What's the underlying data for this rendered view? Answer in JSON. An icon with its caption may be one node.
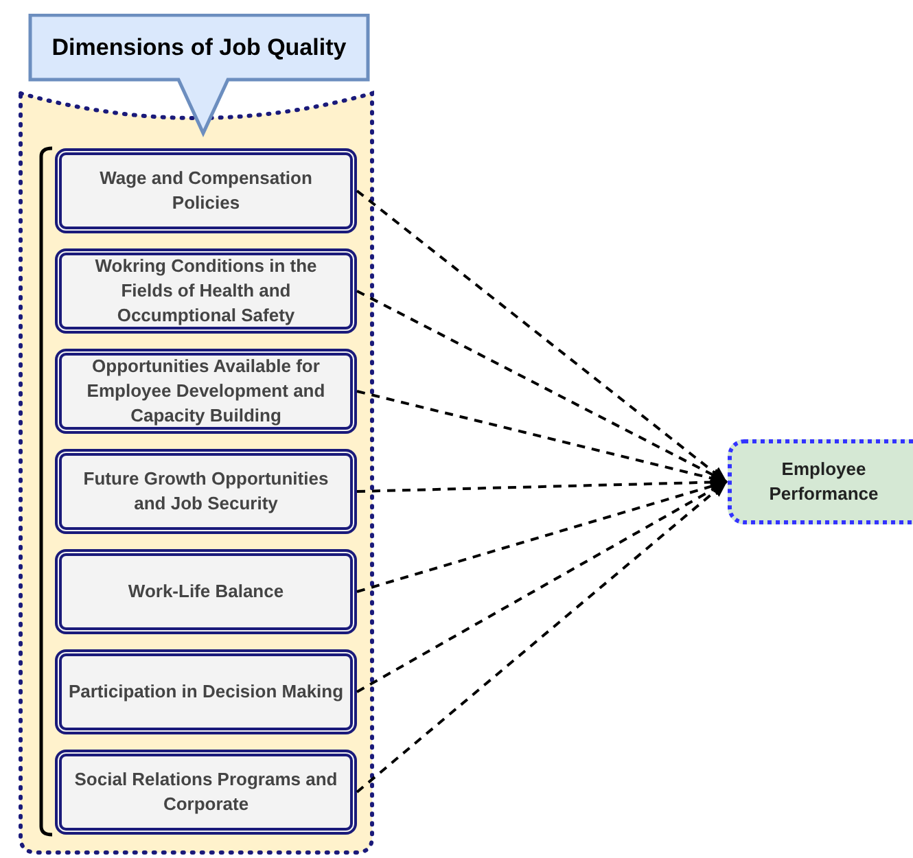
{
  "diagram": {
    "nodes": [
      {
        "text": [
          "Dimensions of Job Quality"
        ]
      },
      {
        "text": [
          "Wage and Compensation Policies"
        ],
        "in": 0
      },
      {
        "text": [
          "Wokring Conditions in the Fields of Health and Occumptional Safety"
        ],
        "in": 0
      },
      {
        "text": [
          "Opportunities Available for Employee Development and Capacity Building"
        ],
        "in": 0
      },
      {
        "text": [
          "Future Growth Opportunities and Job Security"
        ],
        "in": 0
      },
      {
        "text": [
          "Work-Life Balance"
        ],
        "in": 0
      },
      {
        "text": [
          "Participation in Decision Making"
        ],
        "in": 0
      },
      {
        "text": [
          "Social Relations Programs and Corporate"
        ],
        "in": 0
      },
      {
        "text": [
          "Employee Performance"
        ]
      }
    ],
    "edges": [
      {
        "from": 1,
        "to": 8,
        "arrow": "to",
        "style": "dashed"
      },
      {
        "from": 2,
        "to": 8,
        "arrow": "to",
        "style": "dashed"
      },
      {
        "from": 3,
        "to": 8,
        "arrow": "to",
        "style": "dashed"
      },
      {
        "from": 4,
        "to": 8,
        "arrow": "to",
        "style": "dashed"
      },
      {
        "from": 5,
        "to": 8,
        "arrow": "to",
        "style": "dashed"
      },
      {
        "from": 6,
        "to": 8,
        "arrow": "to",
        "style": "dashed"
      },
      {
        "from": 7,
        "to": 8,
        "arrow": "to",
        "style": "dashed"
      }
    ]
  }
}
